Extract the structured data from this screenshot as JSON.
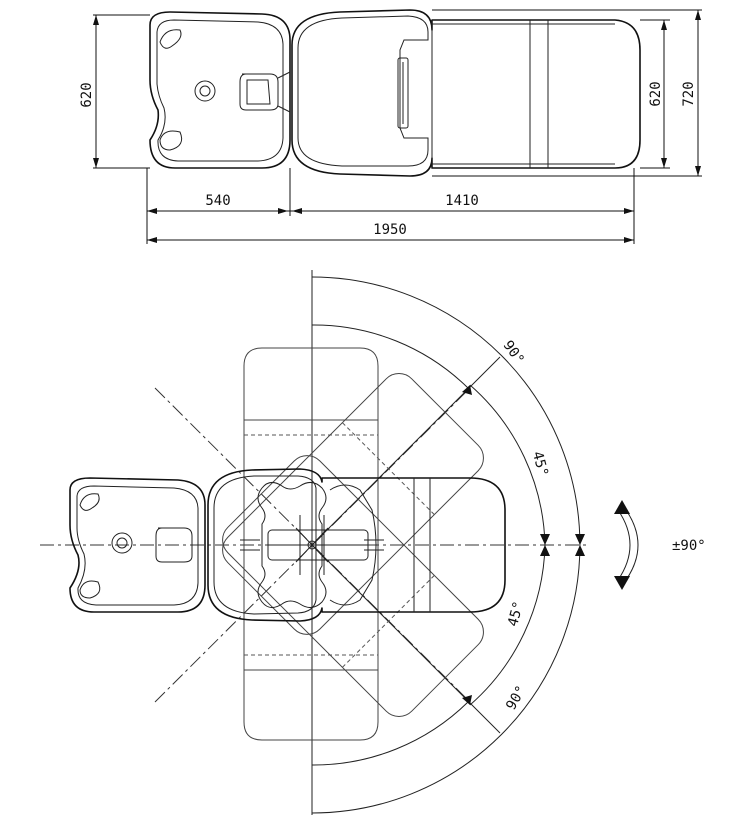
{
  "top_view": {
    "dim_headrest_width": "620",
    "dim_seat_width_inner": "620",
    "dim_seat_width_outer": "720",
    "dim_basin_length": "540",
    "dim_seat_length": "1410",
    "dim_total_length": "1950"
  },
  "rotation_view": {
    "angle_90_top": "90°",
    "angle_45_top": "45°",
    "angle_45_bottom": "45°",
    "angle_90_bottom": "90°",
    "swivel_label": "±90°"
  }
}
